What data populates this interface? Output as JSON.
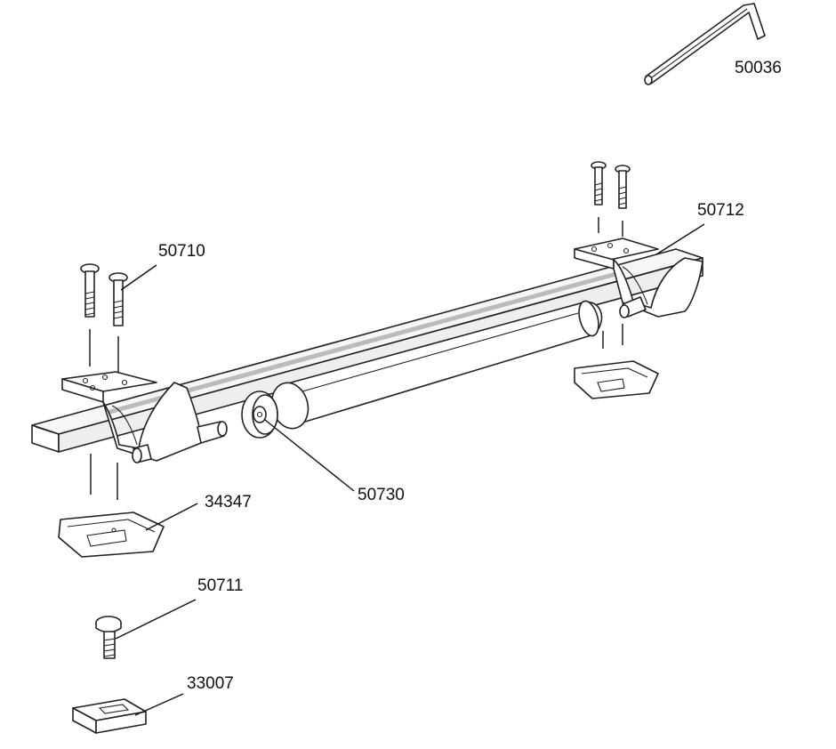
{
  "labels": {
    "allen_key": "50036",
    "right_bracket": "50712",
    "left_bracket": "50710",
    "roller_cap": "50730",
    "pad": "34347",
    "screw": "50711",
    "t_nut": "33007"
  },
  "colors": {
    "line": "#222222",
    "bar_fill": "#f4f4f4",
    "roller_fill": "#ffffff",
    "shadow": "#d8d8d8"
  }
}
